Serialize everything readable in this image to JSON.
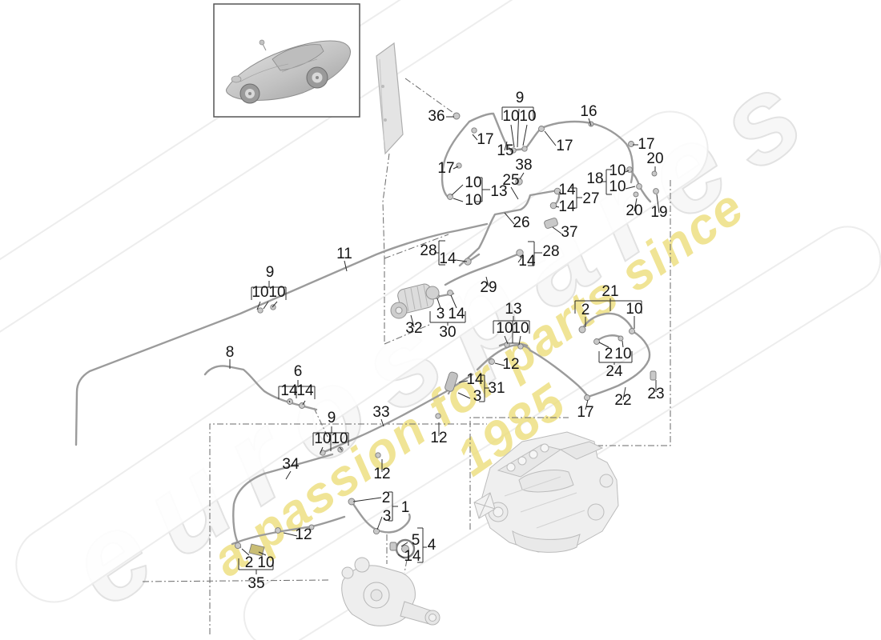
{
  "watermark": {
    "brand": "eurospares",
    "tagline": "a passion for parts since 1985",
    "brand_color": "#f7f7f7",
    "tagline_color": "#eee083"
  },
  "callouts": [
    "36",
    "17",
    "9",
    "10",
    "10",
    "15",
    "17",
    "16",
    "17",
    "17",
    "10",
    "10",
    "13",
    "25",
    "38",
    "14",
    "14",
    "27",
    "26",
    "37",
    "18",
    "10",
    "10",
    "20",
    "20",
    "19",
    "28",
    "14",
    "14",
    "28",
    "29",
    "11",
    "9",
    "10",
    "10",
    "8",
    "32",
    "3",
    "14",
    "30",
    "13",
    "10",
    "10",
    "12",
    "21",
    "2",
    "10",
    "2",
    "10",
    "24",
    "22",
    "23",
    "17",
    "6",
    "14",
    "14",
    "9",
    "10",
    "10",
    "33",
    "14",
    "31",
    "3",
    "12",
    "12",
    "12",
    "34",
    "2",
    "1",
    "3",
    "5",
    "4",
    "14",
    "2",
    "10",
    "35"
  ]
}
